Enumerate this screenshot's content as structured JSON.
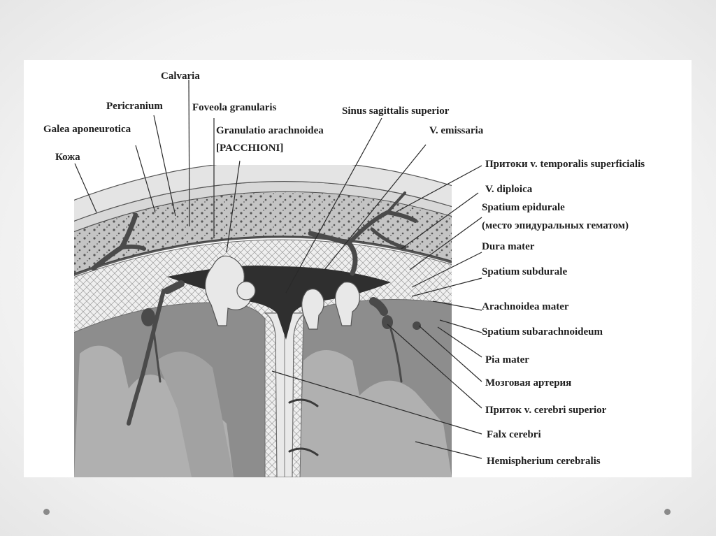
{
  "labels": {
    "calvaria": "Calvaria",
    "pericranium": "Pericranium",
    "foveola": "Foveola granularis",
    "galea": "Galea aponeurotica",
    "granulatio": "Granulatio arachnoidea",
    "pacchioni": "[PACCHIONI]",
    "kozha": "Кожа",
    "sinus": "Sinus sagittalis superior",
    "emissaria": "V. emissaria",
    "pritoki_temporalis": "Притоки v. temporalis superficialis",
    "diploica": "V. diploica",
    "epidurale": "Spatium epidurale",
    "epidurale_note": "(место эпидуральных гематом)",
    "dura": "Dura mater",
    "subdurale": "Spatium subdurale",
    "arachnoidea": "Arachnoidea mater",
    "subarachnoideum": "Spatium subarachnoideum",
    "pia": "Pia mater",
    "arteria": "Мозговая артерия",
    "pritok_cerebri": "Приток v. cerebri superior",
    "falx": "Falx cerebri",
    "hemispherium": "Hemispherium cerebralis"
  },
  "colors": {
    "page_background": "#f1f1f1",
    "panel": "#ffffff",
    "skin": "#e4e4e4",
    "bone": "#c4c4c4",
    "bone_pores": "#555555",
    "sinus": "#2f2f2f",
    "vessel": "#4a4a4a",
    "brain_outer": "#8d8d8d",
    "brain_inner": "#b0b0b0",
    "meninges": "#efefef",
    "text": "#1e1e1e"
  },
  "decorations": [
    "slide-bullet-left",
    "slide-bullet-right"
  ]
}
